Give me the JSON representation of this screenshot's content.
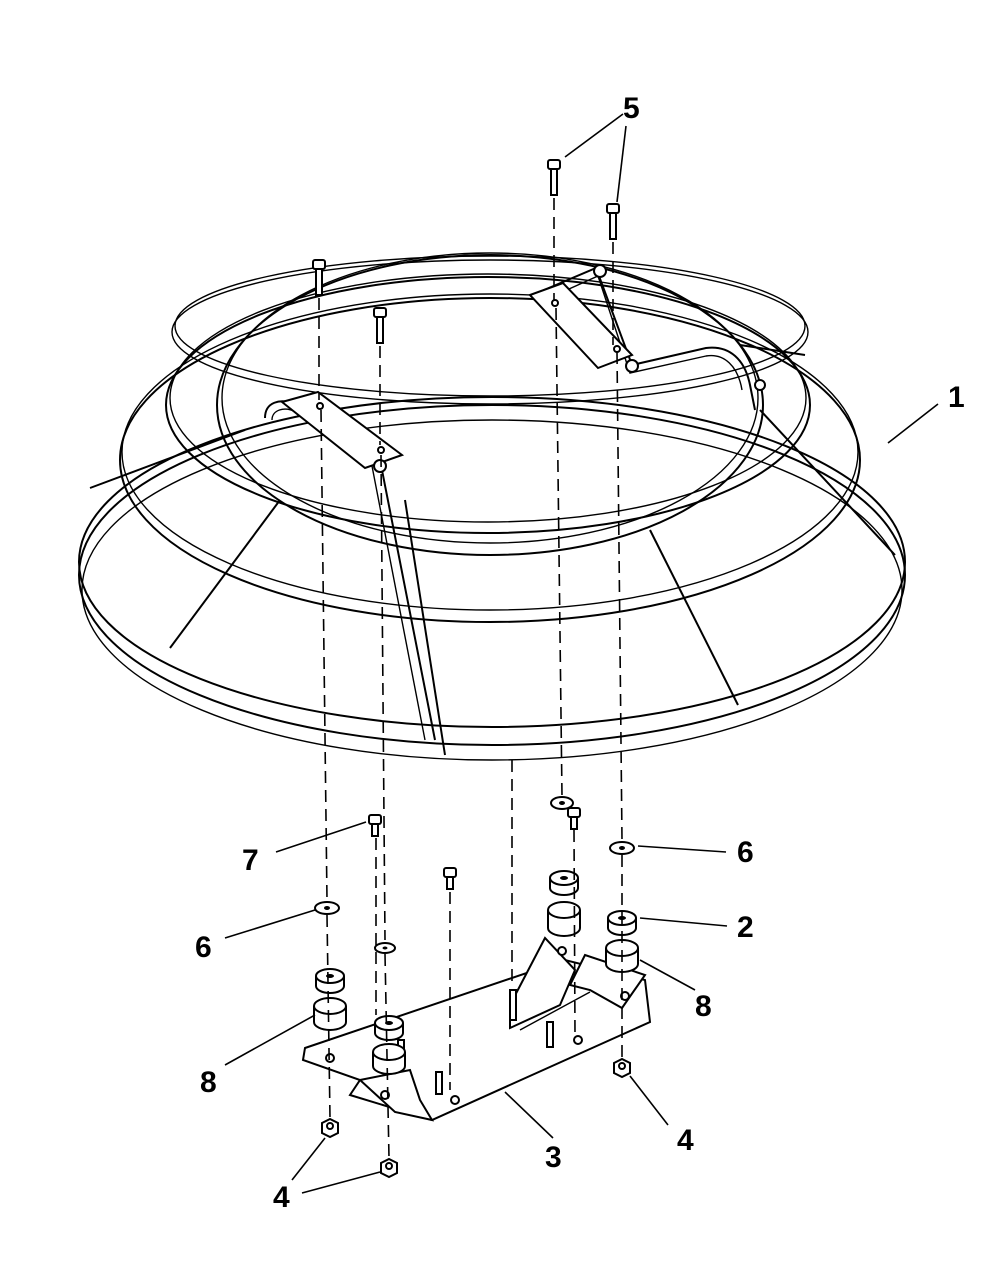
{
  "callouts": {
    "c1": "1",
    "c2": "2",
    "c3": "3",
    "c4a": "4",
    "c4b": "4",
    "c5": "5",
    "c6a": "6",
    "c6b": "6",
    "c7": "7",
    "c8a": "8",
    "c8b": "8"
  }
}
